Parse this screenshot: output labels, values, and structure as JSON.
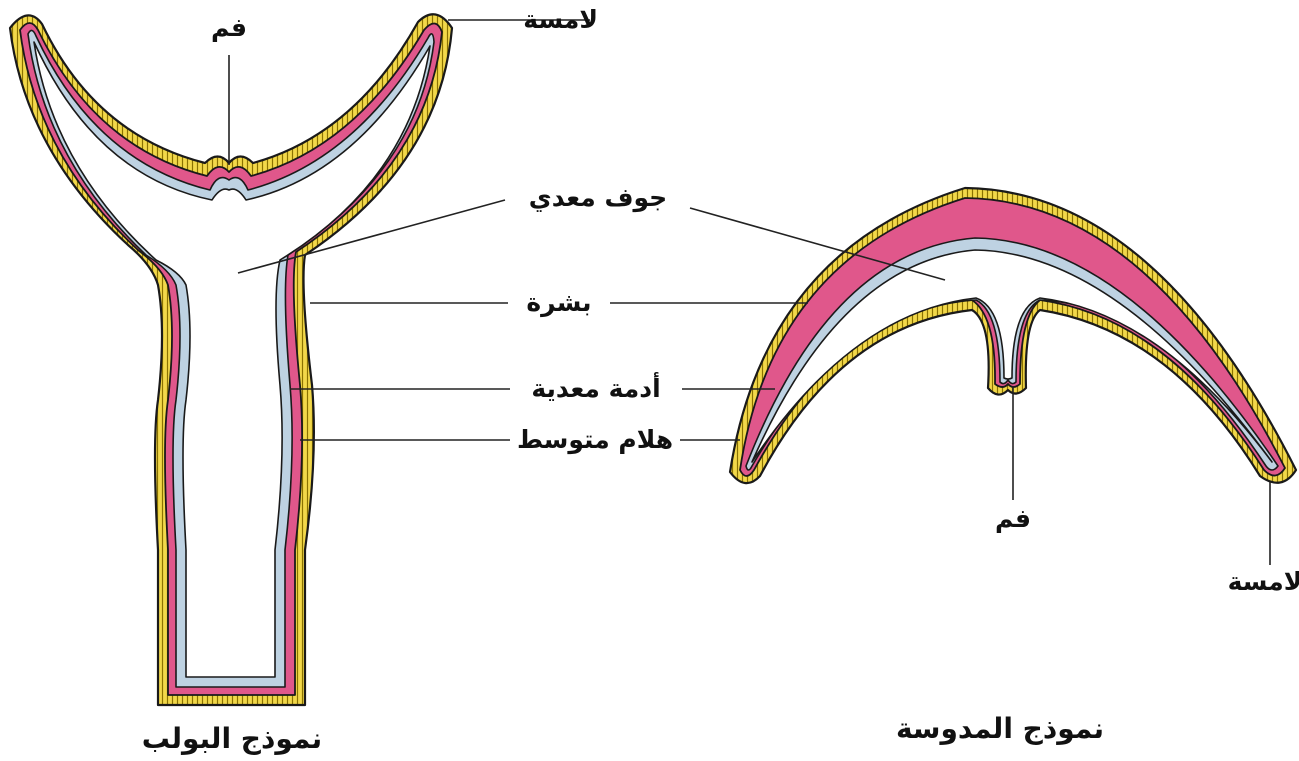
{
  "colors": {
    "ectoderm": "#f2d84a",
    "ectoderm_ticks": "#8a7200",
    "mesoglea": "#e0578b",
    "gastrodermis": "#bed2e2",
    "outline": "#1a1a1a"
  },
  "polyp": {
    "title": "نموذج البولب",
    "mouth": "فم",
    "tentacle": "لامسة"
  },
  "medusa": {
    "title": "نموذج المدوسة",
    "mouth": "فم",
    "tentacle": "لامسة"
  },
  "shared": {
    "gastric_cavity": "جوف معدي",
    "epidermis": "بشرة",
    "gastrodermis": "أدمة  معدية",
    "mesoglea": "هلام متوسط"
  }
}
